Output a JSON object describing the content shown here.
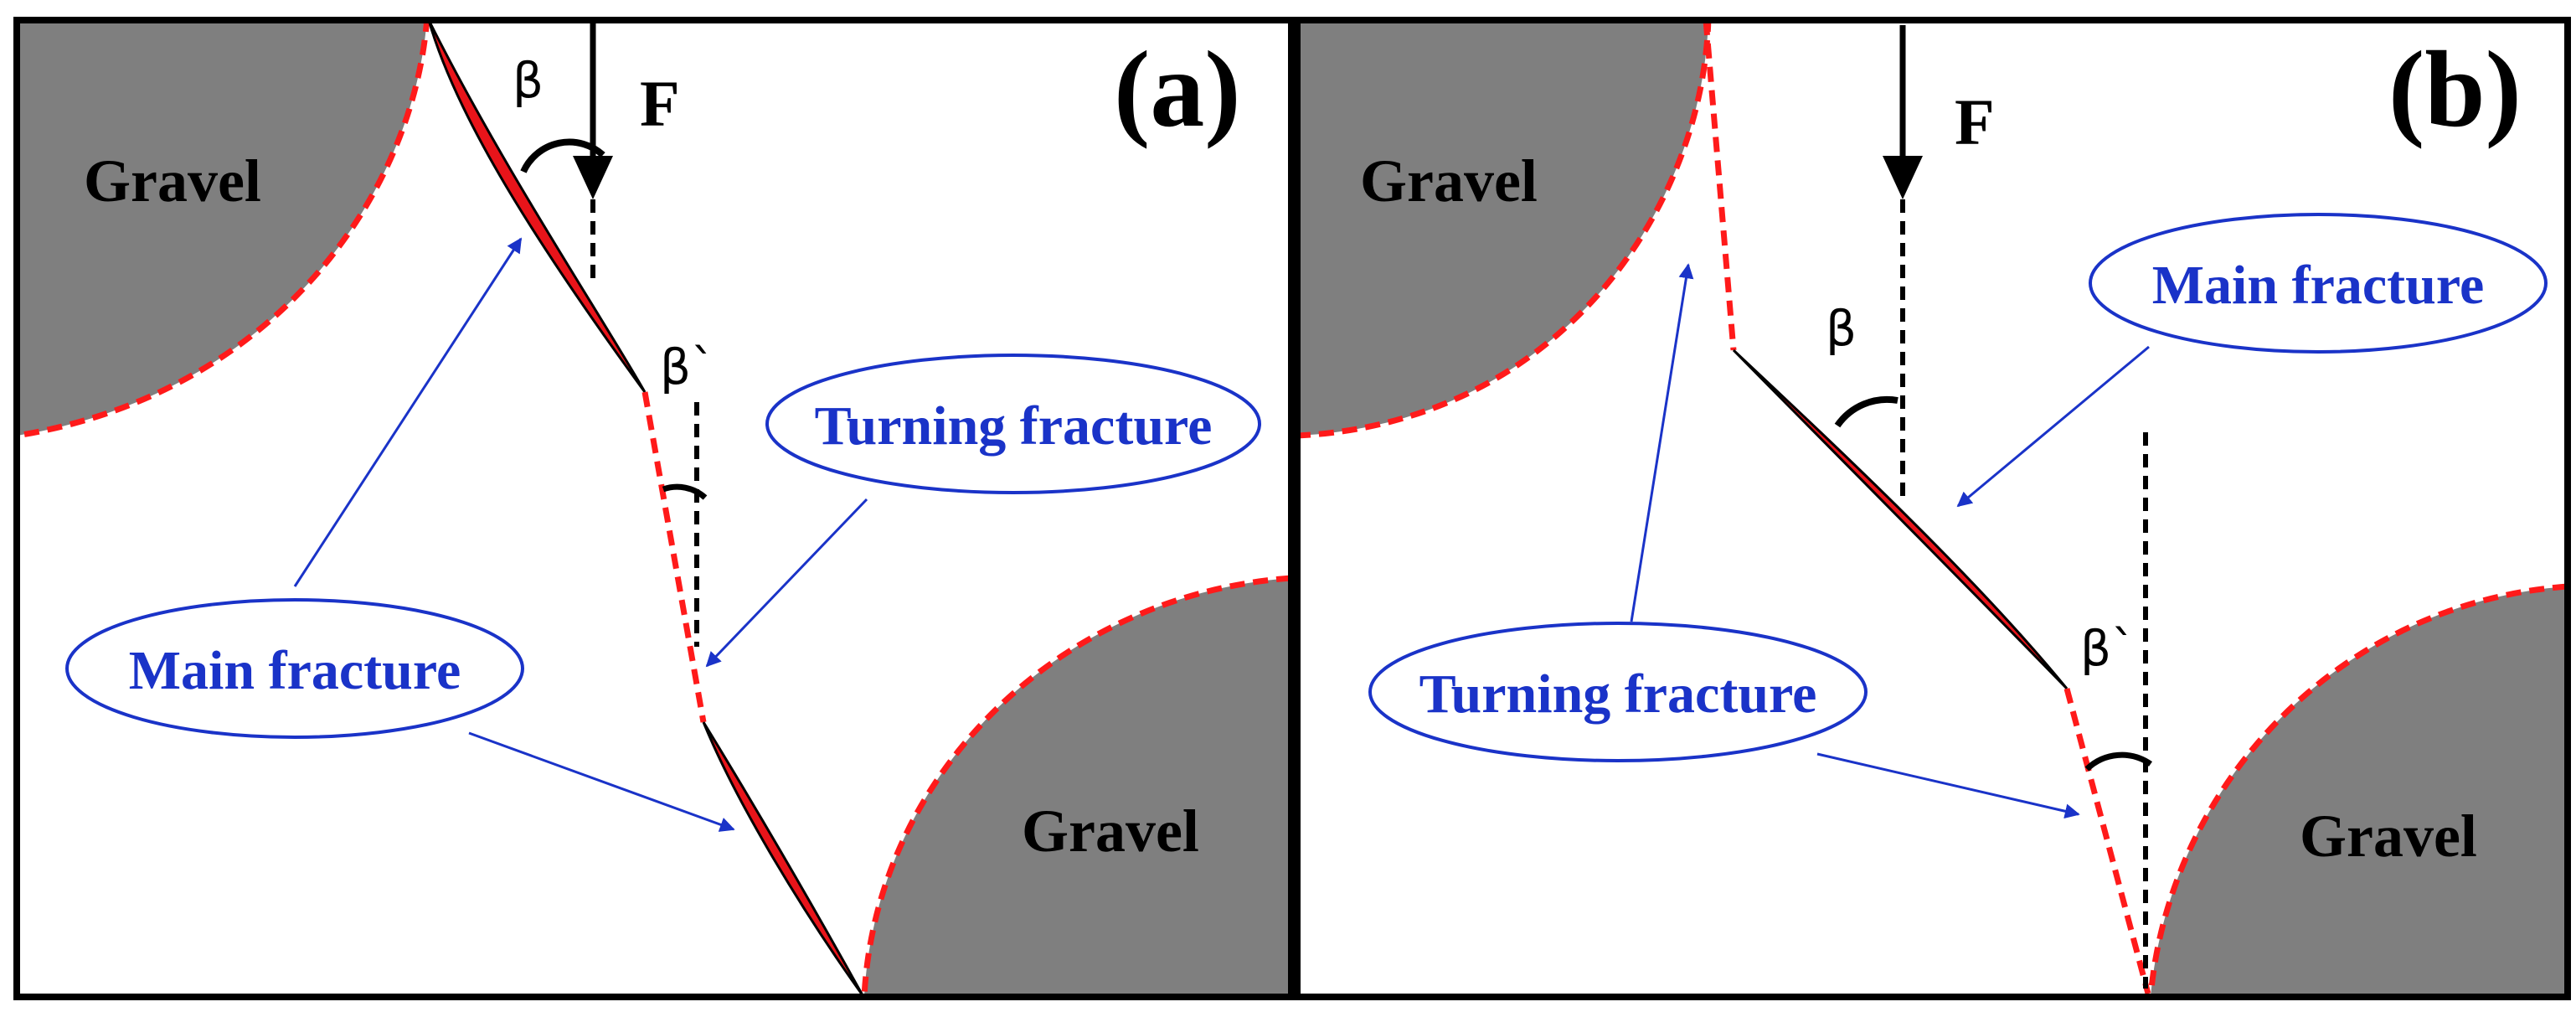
{
  "panels": [
    {
      "id": "a",
      "label": "(a)",
      "force_label": "F",
      "angle_label": "β",
      "turn_angle_label": "β`",
      "gravel_labels": [
        "Gravel",
        "Gravel"
      ],
      "callouts": {
        "turning_fracture": "Turning fracture",
        "main_fracture": "Main fracture"
      }
    },
    {
      "id": "b",
      "label": "(b)",
      "force_label": "F",
      "angle_label": "β",
      "turn_angle_label": "β`",
      "gravel_labels": [
        "Gravel",
        "Gravel"
      ],
      "callouts": {
        "main_fracture": "Main fracture",
        "turning_fracture": "Turning fracture"
      }
    }
  ],
  "colors": {
    "frame": "#000000",
    "gravel_fill": "#7f7f7f",
    "fracture_fill": "#e8141a",
    "fracture_dash": "#ff1a1a",
    "callout_blue": "#1a33c8",
    "annotation": "#000000"
  }
}
